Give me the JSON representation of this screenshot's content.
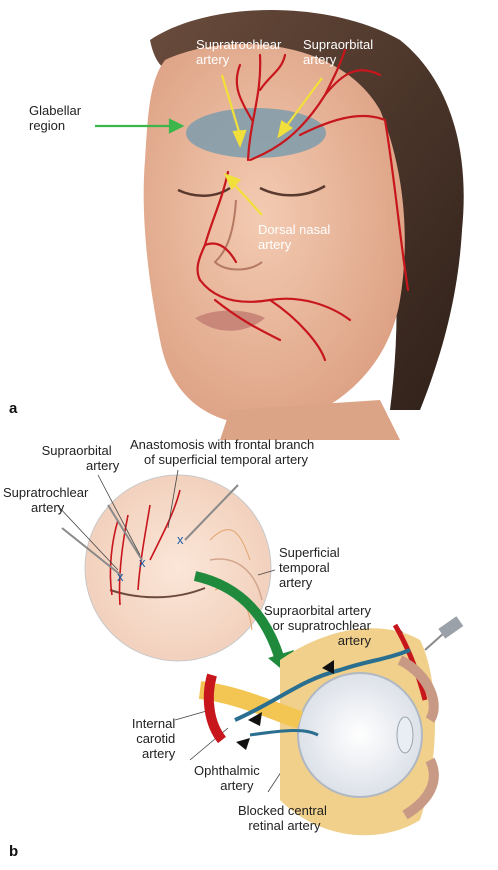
{
  "panel_a": {
    "letter": "a",
    "labels": {
      "glabellar_1": "Glabellar",
      "glabellar_2": "region",
      "supratrochlear_1": "Supratrochlear",
      "supratrochlear_2": "artery",
      "supraorbital_1": "Supraorbital",
      "supraorbital_2": "artery",
      "dorsal_1": "Dorsal nasal",
      "dorsal_2": "artery"
    }
  },
  "panel_b": {
    "letter": "b",
    "labels": {
      "anast_1": "Anastomosis with frontal branch",
      "anast_2": "of superficial temporal artery",
      "supraorb_1": "Supraorbital",
      "supraorb_2": "artery",
      "supratroch_1": "Supratrochlear",
      "supratroch_2": "artery",
      "superf_1": "Superficial",
      "superf_2": "temporal",
      "superf_3": "artery",
      "so_or_st_1": "Supraorbital artery",
      "so_or_st_2": "or supratrochlear",
      "so_or_st_3": "artery",
      "internal_1": "Internal",
      "internal_2": "carotid",
      "internal_3": "artery",
      "ophth_1": "Ophthalmic",
      "ophth_2": "artery",
      "blocked_1": "Blocked central",
      "blocked_2": "retinal artery"
    },
    "markers": [
      "x",
      "x",
      "x"
    ]
  },
  "colors": {
    "artery": "#c8161d",
    "pointer_yellow": "#f2e03a",
    "pointer_green": "#3cb64a",
    "glabella_fill": "#6f98ad",
    "skin": "#e8b79c",
    "hair": "#4a352b",
    "sclera_blue": "#2a6f8f"
  }
}
